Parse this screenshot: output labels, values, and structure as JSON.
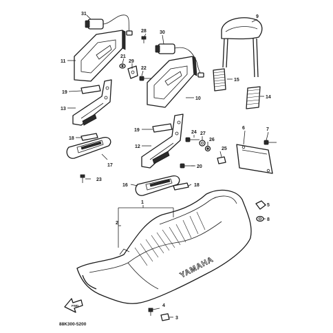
{
  "diagram": {
    "code": "88K300-5200",
    "forward_label": "FWD",
    "seat_brand": "YAMAHA",
    "callouts": [
      "1",
      "2",
      "3",
      "4",
      "5",
      "6",
      "7",
      "8",
      "9",
      "10",
      "11",
      "12",
      "13",
      "14",
      "15",
      "16",
      "17",
      "18",
      "18",
      "19",
      "19",
      "20",
      "21",
      "22",
      "23",
      "24",
      "25",
      "26",
      "27",
      "28",
      "29",
      "30",
      "31"
    ]
  }
}
